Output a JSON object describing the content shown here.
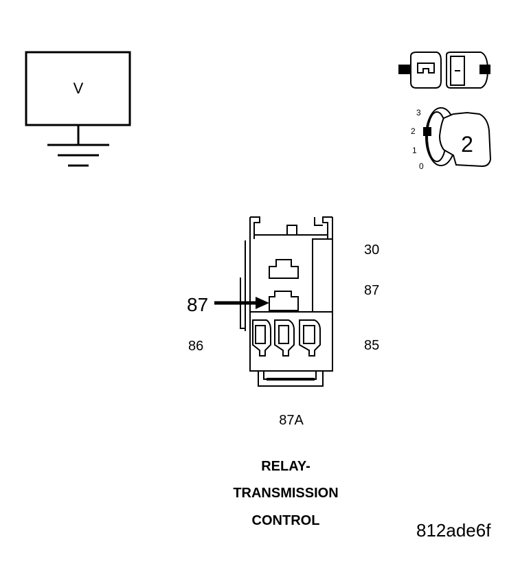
{
  "voltmeter": {
    "symbol": "V",
    "icon": "voltmeter-icon"
  },
  "ignition": {
    "connector_icon": "connector-icon",
    "key_icon": "ignition-key-icon",
    "positions": [
      "3",
      "2",
      "1",
      "0"
    ],
    "selected_position": "2"
  },
  "relay": {
    "pin_labels": {
      "p30": "30",
      "p87_right": "87",
      "p86": "86",
      "p85": "85",
      "p87a": "87A"
    },
    "probe_pin": "87",
    "title_lines": [
      "RELAY-",
      "TRANSMISSION",
      "CONTROL"
    ]
  },
  "figure_id": "812ade6f"
}
